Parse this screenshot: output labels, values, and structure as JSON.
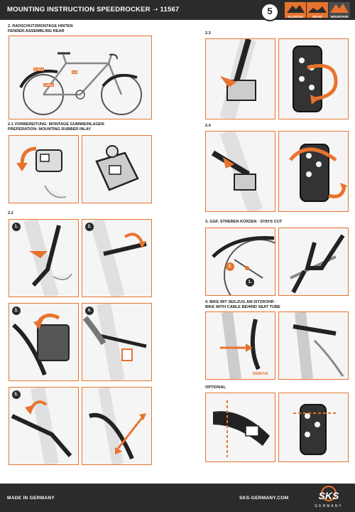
{
  "header": {
    "title": "MOUNTING INSTRUCTION SPEEDROCKER ➝ 11567",
    "badge_number": "5",
    "categories": [
      "ALLROAD",
      "ROAD",
      "MOUNTAIN"
    ]
  },
  "sections": {
    "s2": {
      "line1": "2. RADSCHUTZMONTAGE HINTEN",
      "line2": "FENDER-ASSEMBLING REAR"
    },
    "s21": {
      "line1": "2.1 VORBEREITUNG: MONTAGE GUMMIEINLAGEN",
      "line2": "PREPERATION: MOUNTING RUBBER INLAY"
    },
    "s22": {
      "label": "2.2"
    },
    "s23": {
      "label": "2.3"
    },
    "s24": {
      "label": "2.4"
    },
    "s3": {
      "line1": "3. GGF. STREBEN KÜRZEN · STAYS CUT"
    },
    "s4": {
      "line1": "4. BIKE MIT SEILZUG AM SITZROHR ·",
      "line2": "BIKE WITH CABLE BEHIND SEAT TUBE"
    },
    "optional": {
      "label": "OPTIONAL"
    }
  },
  "callouts": [
    "2.1/2.2",
    "2.3",
    "2.3/2.4"
  ],
  "steps": [
    "1.",
    "2.",
    "3.",
    "4.",
    "5."
  ],
  "stays_steps": [
    "2.",
    "1."
  ],
  "remove_label": "REMOVE",
  "footer": {
    "left": "MADE IN GERMANY",
    "right": "SKS-GERMANY.COM",
    "logo_text": "SKS",
    "logo_sub": "GERMANY"
  },
  "colors": {
    "accent": "#e8732e",
    "dark": "#2b2b2b",
    "panel": "#f5f5f5"
  }
}
